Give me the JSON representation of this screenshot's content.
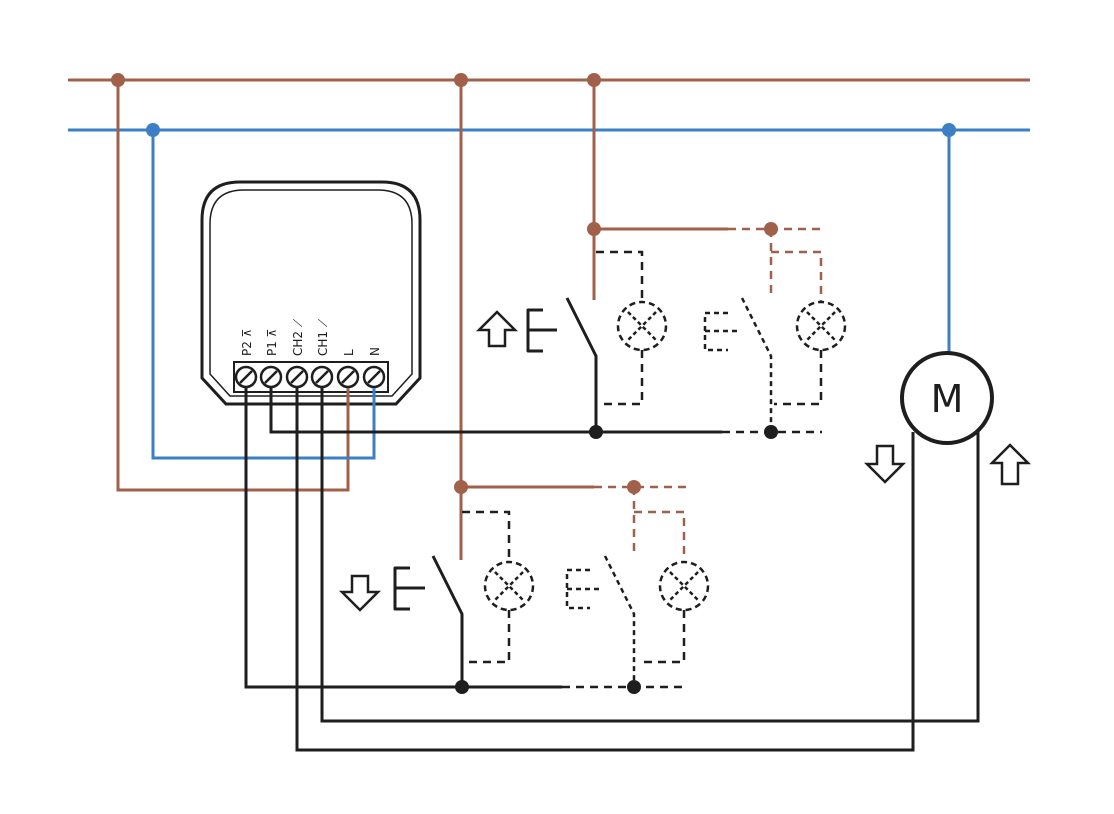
{
  "module": {
    "terminals": [
      {
        "label": "P2 ⊼"
      },
      {
        "label": "P1 ⊼"
      },
      {
        "label": "CH2 ⟋"
      },
      {
        "label": "CH1 ⟋"
      },
      {
        "label": "L"
      },
      {
        "label": "N"
      }
    ]
  },
  "motor": {
    "label": "M"
  },
  "colors": {
    "live": "#a0604a",
    "neutral": "#3b7fc4",
    "control": "#1e1e1e"
  },
  "icons": {
    "up_switch_arrow": "arrow-up-outline",
    "down_switch_arrow": "arrow-down-outline",
    "motor_up_arrow": "arrow-up-outline",
    "motor_down_arrow": "arrow-down-outline",
    "lamp": "lamp-circle-x"
  }
}
